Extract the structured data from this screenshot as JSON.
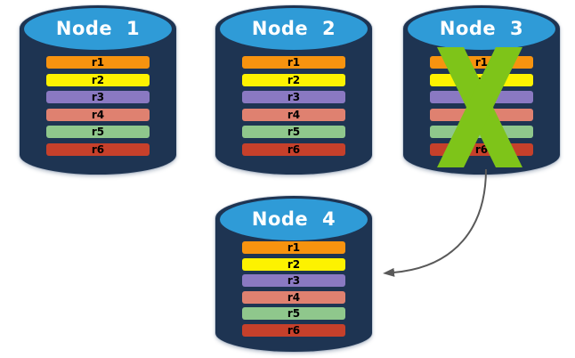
{
  "diagram": {
    "colors": {
      "canvas_bg": "#ffffff",
      "cylinder_body": "#1e3452",
      "cylinder_top": "#2f9bd7",
      "node_title_text": "#ffffff",
      "row_text": "#000000",
      "failure_x": "#7ec419",
      "arrow": "#595959"
    },
    "nodes": [
      {
        "title": "Node 1",
        "failed": false,
        "rows": [
          {
            "label": "r1",
            "color": "#f7930f"
          },
          {
            "label": "r2",
            "color": "#fdf200"
          },
          {
            "label": "r3",
            "color": "#8a79c2"
          },
          {
            "label": "r4",
            "color": "#df8170"
          },
          {
            "label": "r5",
            "color": "#8fc78c"
          },
          {
            "label": "r6",
            "color": "#c6402b"
          }
        ]
      },
      {
        "title": "Node 2",
        "failed": false,
        "rows": [
          {
            "label": "r1",
            "color": "#f7930f"
          },
          {
            "label": "r2",
            "color": "#fdf200"
          },
          {
            "label": "r3",
            "color": "#8a79c2"
          },
          {
            "label": "r4",
            "color": "#df8170"
          },
          {
            "label": "r5",
            "color": "#8fc78c"
          },
          {
            "label": "r6",
            "color": "#c6402b"
          }
        ]
      },
      {
        "title": "Node 3",
        "failed": true,
        "rows": [
          {
            "label": "r1",
            "color": "#f7930f"
          },
          {
            "label": "r2",
            "color": "#fdf200"
          },
          {
            "label": "r3",
            "color": "#8a79c2"
          },
          {
            "label": "r4",
            "color": "#df8170"
          },
          {
            "label": "r5",
            "color": "#8fc78c"
          },
          {
            "label": "r6",
            "color": "#c6402b"
          }
        ]
      },
      {
        "title": "Node 4",
        "failed": false,
        "rows": [
          {
            "label": "r1",
            "color": "#f7930f"
          },
          {
            "label": "r2",
            "color": "#fdf200"
          },
          {
            "label": "r3",
            "color": "#8a79c2"
          },
          {
            "label": "r4",
            "color": "#df8170"
          },
          {
            "label": "r5",
            "color": "#8fc78c"
          },
          {
            "label": "r6",
            "color": "#c6402b"
          }
        ]
      }
    ],
    "annotations": {
      "failure_mark": "green-x-over-node-3",
      "arrow": {
        "from": "Node 3",
        "to": "Node 4"
      }
    }
  }
}
